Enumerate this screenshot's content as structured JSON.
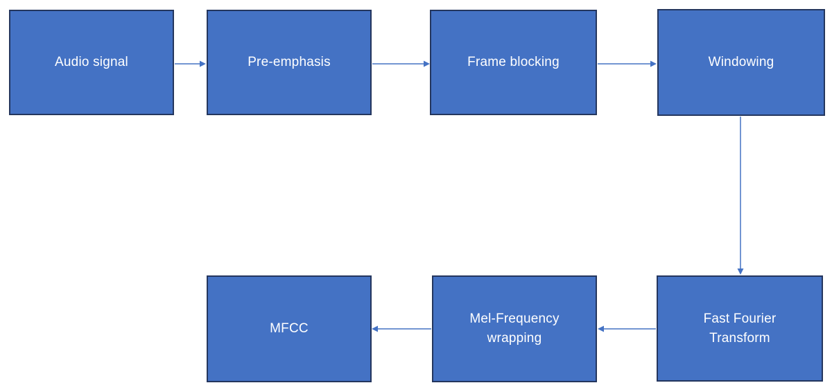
{
  "diagram": {
    "type": "flowchart",
    "subject": "MFCC feature extraction pipeline",
    "background_color": "#FFFFFF",
    "node_style": {
      "fill": "#4472C4",
      "border_color": "#24365E",
      "text_color": "#FFFFFF"
    },
    "arrow_color": "#4472C4",
    "nodes": [
      {
        "id": "audio-signal",
        "label": "Audio signal"
      },
      {
        "id": "pre-emphasis",
        "label": "Pre-emphasis"
      },
      {
        "id": "frame-blocking",
        "label": "Frame blocking"
      },
      {
        "id": "windowing",
        "label": "Windowing"
      },
      {
        "id": "fast-fourier-transform",
        "label": "Fast Fourier\nTransform"
      },
      {
        "id": "mel-frequency-wrapping",
        "label": "Mel-Frequency\nwrapping"
      },
      {
        "id": "mfcc",
        "label": "MFCC"
      }
    ],
    "edges": [
      {
        "from": "audio-signal",
        "to": "pre-emphasis",
        "direction": "right"
      },
      {
        "from": "pre-emphasis",
        "to": "frame-blocking",
        "direction": "right"
      },
      {
        "from": "frame-blocking",
        "to": "windowing",
        "direction": "right"
      },
      {
        "from": "windowing",
        "to": "fast-fourier-transform",
        "direction": "down"
      },
      {
        "from": "fast-fourier-transform",
        "to": "mel-frequency-wrapping",
        "direction": "left"
      },
      {
        "from": "mel-frequency-wrapping",
        "to": "mfcc",
        "direction": "left"
      }
    ]
  }
}
